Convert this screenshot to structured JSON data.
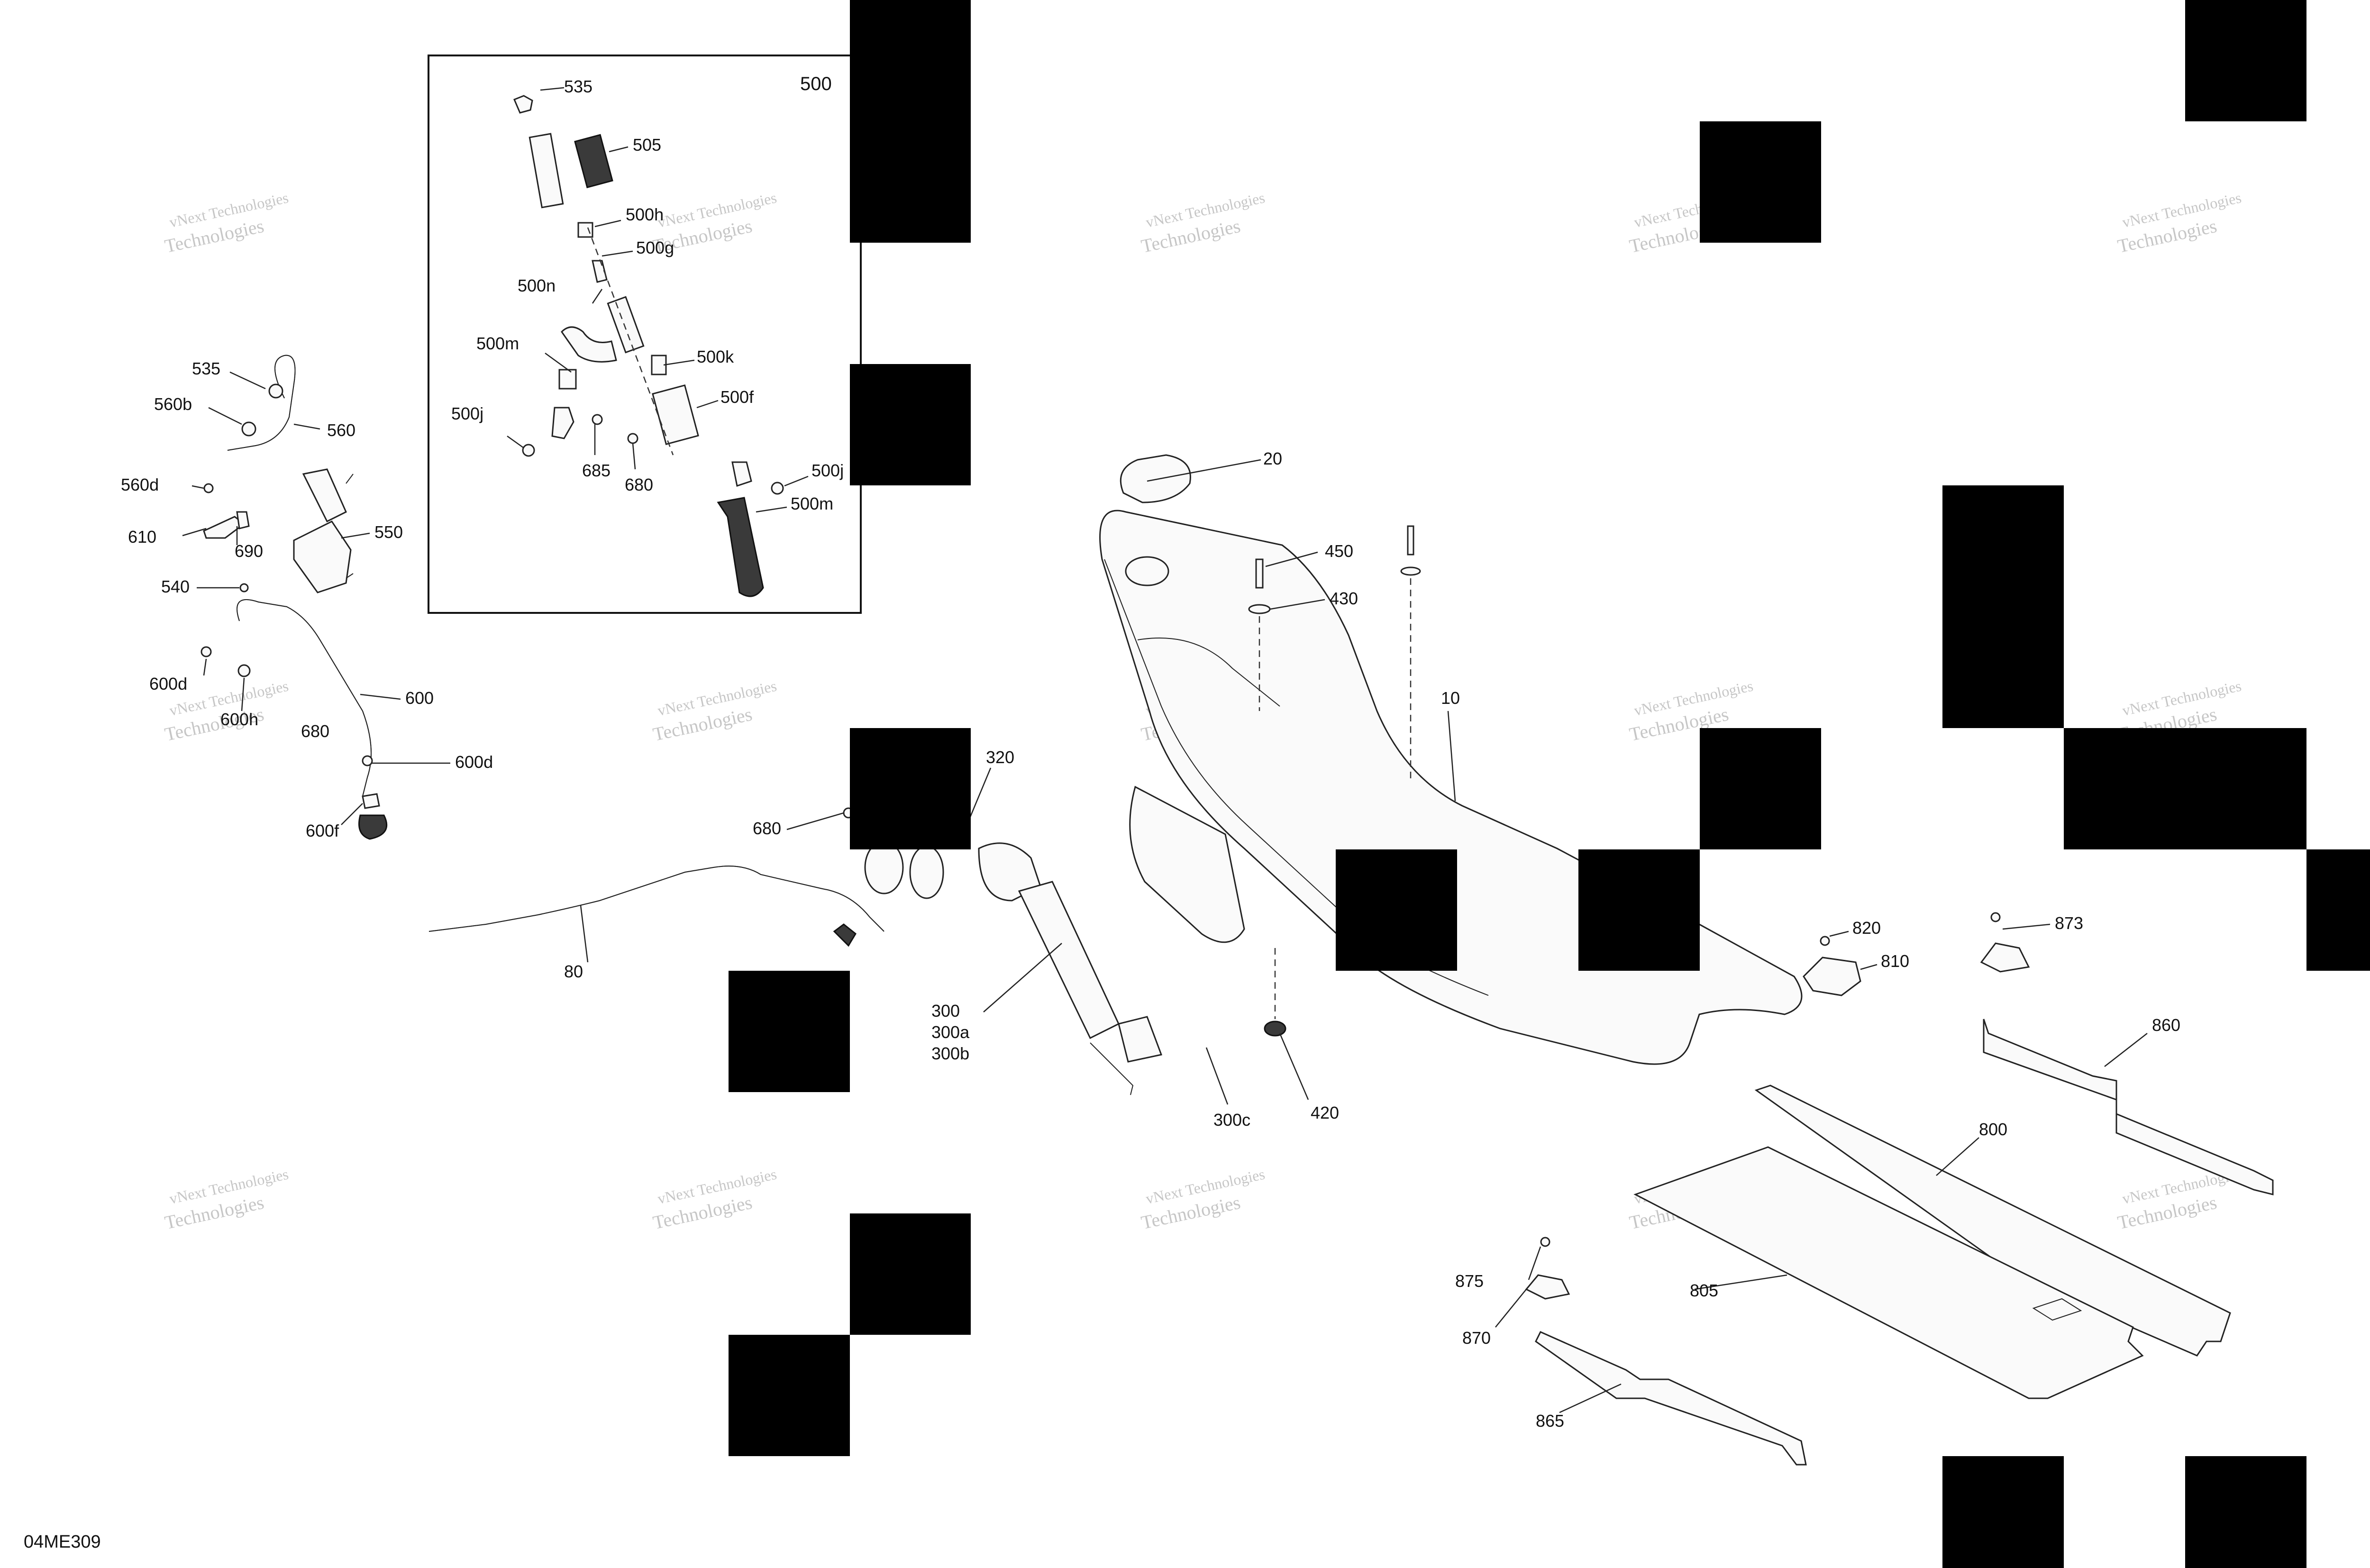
{
  "diagram": {
    "inset_label": "500",
    "doc_code": "04ME309",
    "watermark_line1": "vNext Technologies",
    "watermark_line2": "Technologies",
    "callouts": {
      "i535": "535",
      "i505": "505",
      "i500h": "500h",
      "i500g": "500g",
      "i500n": "500n",
      "i500m": "500m",
      "i500k": "500k",
      "i500f": "500f",
      "i500j": "500j",
      "i685": "685",
      "i680": "680",
      "i500j2": "500j",
      "i500m2": "500m",
      "l535": "535",
      "l560b": "560b",
      "l560": "560",
      "l560d": "560d",
      "l610": "610",
      "l690": "690",
      "l550": "550",
      "l540": "540",
      "l600d": "600d",
      "l600": "600",
      "l600h": "600h",
      "l680a": "680",
      "l600d2": "600d",
      "l600f": "600f",
      "c20": "20",
      "c450": "450",
      "c430": "430",
      "c10": "10",
      "c320": "320",
      "c680": "680",
      "c80": "80",
      "c300": "300",
      "c300a": "300a",
      "c300b": "300b",
      "c300c": "300c",
      "c420": "420",
      "r820": "820",
      "r810": "810",
      "r873": "873",
      "r860": "860",
      "r800": "800",
      "r805": "805",
      "r875": "875",
      "r870": "870",
      "r865": "865"
    }
  }
}
